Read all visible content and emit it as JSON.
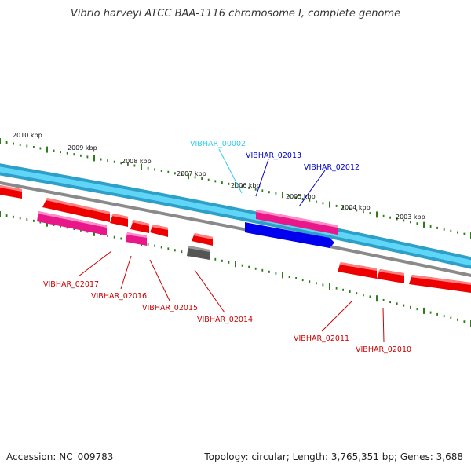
{
  "title": "Vibrio harveyi ATCC BAA-1116 chromosome I, complete genome",
  "footer": {
    "accession": "Accession: NC_009783",
    "summary": "Topology: circular; Length: 3,765,351 bp; Genes: 3,688"
  },
  "colors": {
    "backbone_outer": "#2e9fc7",
    "backbone_inner": "#5fd6f7",
    "backbone_gray": "#8a8a8a",
    "tick_green": "#2e7d1a",
    "gene_red": "#ee0000",
    "gene_pink": "#e8178a",
    "gene_blue": "#0000ee",
    "gene_gray": "#555555",
    "label_cyan": "#33ccee",
    "label_blue": "#0000cc",
    "label_red": "#cc0000"
  },
  "kbp_labels": [
    "2010 kbp",
    "2009 kbp",
    "2008 kbp",
    "2007 kbp",
    "2006 kbp",
    "2005 kbp",
    "2004 kbp",
    "2003 kbp"
  ],
  "genes": [
    {
      "id": "VIBHAR_00002",
      "color": "label_cyan",
      "feature": "gene_blue"
    },
    {
      "id": "VIBHAR_02013",
      "color": "label_blue",
      "feature": "gene_pink"
    },
    {
      "id": "VIBHAR_02012",
      "color": "label_blue",
      "feature": "gene_pink"
    },
    {
      "id": "VIBHAR_02017",
      "color": "label_red",
      "feature": "gene_pink"
    },
    {
      "id": "VIBHAR_02016",
      "color": "label_red",
      "feature": "gene_pink"
    },
    {
      "id": "VIBHAR_02015",
      "color": "label_red",
      "feature": "gene_red"
    },
    {
      "id": "VIBHAR_02014",
      "color": "label_red",
      "feature": "gene_gray"
    },
    {
      "id": "VIBHAR_02011",
      "color": "label_red",
      "feature": "gene_red"
    },
    {
      "id": "VIBHAR_02010",
      "color": "label_red",
      "feature": "gene_red"
    }
  ]
}
